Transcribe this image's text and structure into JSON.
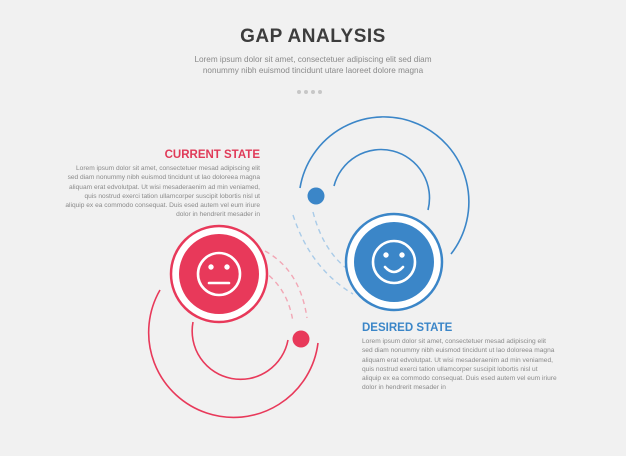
{
  "header": {
    "title": "GAP ANALYSIS",
    "subtitle": "Lorem ipsum dolor sit amet, consectetuer adipiscing elit sed diam nonummy nibh euismod tincidunt utare laoreet dolore magna"
  },
  "current_state": {
    "heading": "CURRENT STATE",
    "body": "Lorem ipsum dolor sit amet, consectetuer mesad adipiscing elit sed diam nonummy nibh euismod tincidunt ut lao doloreea magna aliquam erat edvolutpat. Ut wisi mesaderaenim ad min veniamed, quis nostrud exerci tation ullamcorper suscipit lobortis nisl ut aliquip ex ea commodo consequat. Duis esed autem vel eum iriure dolor in hendrerit mesader in",
    "face": "neutral-face-icon",
    "color": "#e8395a"
  },
  "desired_state": {
    "heading": "DESIRED STATE",
    "body": "Lorem ipsum dolor sit amet, consectetuer mesad adipiscing elit sed diam nonummy nibh euismod tincidunt ut lao doloreea magna aliquam erat edvolutpat. Ut wisi mesaderaenim ad min veniamed, quis nostrud exerci tation ullamcorper suscipit lobortis nisl ut aliquip ex ea commodo consequat. Duis esed autem vel eum iriure dolor in hendrerit mesader in",
    "face": "smiley-face-icon",
    "color": "#3b86c8"
  }
}
